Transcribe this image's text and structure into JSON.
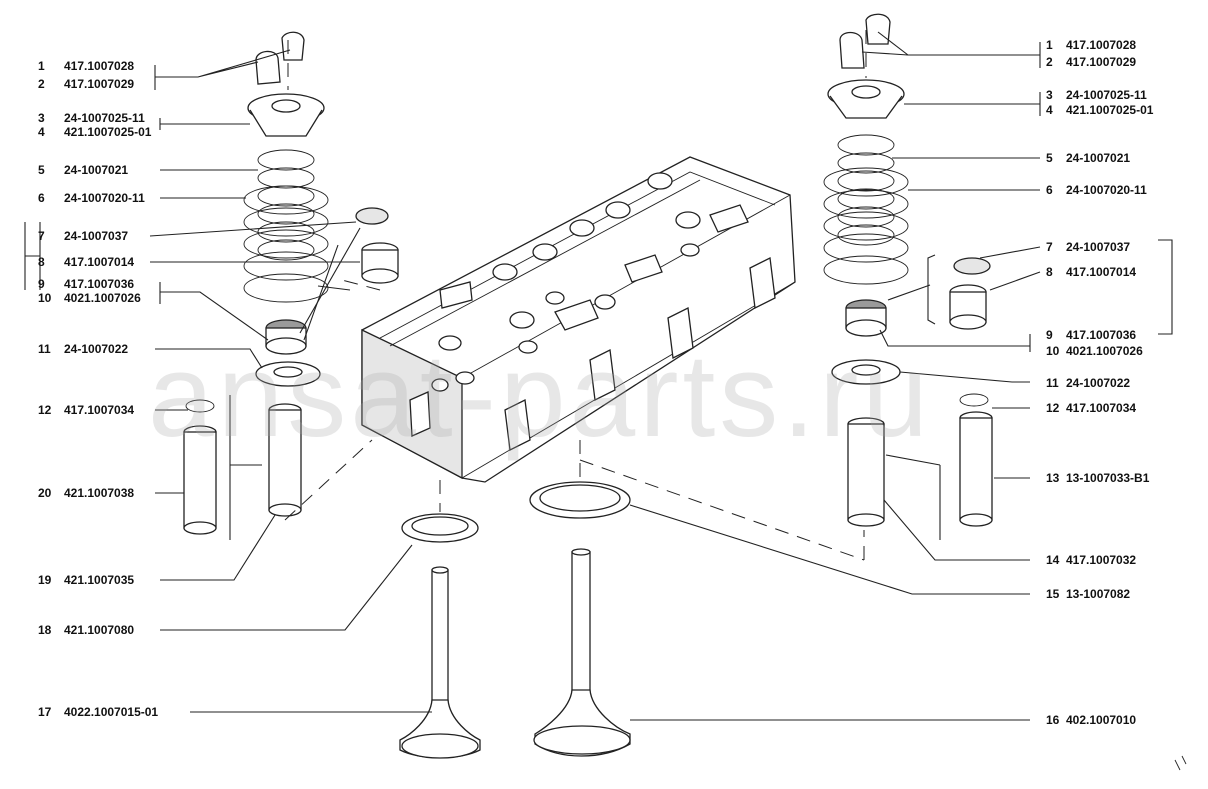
{
  "watermark": "ansat-parts.ru",
  "left_callouts": [
    {
      "num": "1",
      "part": "417.1007028"
    },
    {
      "num": "2",
      "part": "417.1007029"
    },
    {
      "num": "3",
      "part": "24-1007025-11"
    },
    {
      "num": "4",
      "part": "421.1007025-01"
    },
    {
      "num": "5",
      "part": "24-1007021"
    },
    {
      "num": "6",
      "part": "24-1007020-11"
    },
    {
      "num": "7",
      "part": "24-1007037"
    },
    {
      "num": "8",
      "part": "417.1007014"
    },
    {
      "num": "9",
      "part": "417.1007036"
    },
    {
      "num": "10",
      "part": "4021.1007026"
    },
    {
      "num": "11",
      "part": "24-1007022"
    },
    {
      "num": "12",
      "part": "417.1007034"
    },
    {
      "num": "20",
      "part": "421.1007038"
    },
    {
      "num": "19",
      "part": "421.1007035"
    },
    {
      "num": "18",
      "part": "421.1007080"
    },
    {
      "num": "17",
      "part": "4022.1007015-01"
    }
  ],
  "right_callouts": [
    {
      "num": "1",
      "part": "417.1007028"
    },
    {
      "num": "2",
      "part": "417.1007029"
    },
    {
      "num": "3",
      "part": "24-1007025-11"
    },
    {
      "num": "4",
      "part": "421.1007025-01"
    },
    {
      "num": "5",
      "part": "24-1007021"
    },
    {
      "num": "6",
      "part": "24-1007020-11"
    },
    {
      "num": "7",
      "part": "24-1007037"
    },
    {
      "num": "8",
      "part": "417.1007014"
    },
    {
      "num": "9",
      "part": "417.1007036"
    },
    {
      "num": "10",
      "part": "4021.1007026"
    },
    {
      "num": "11",
      "part": "24-1007022"
    },
    {
      "num": "12",
      "part": "417.1007034"
    },
    {
      "num": "13",
      "part": "13-1007033-B1"
    },
    {
      "num": "14",
      "part": "417.1007032"
    },
    {
      "num": "15",
      "part": "13-1007082"
    },
    {
      "num": "16",
      "part": "402.1007010"
    }
  ]
}
